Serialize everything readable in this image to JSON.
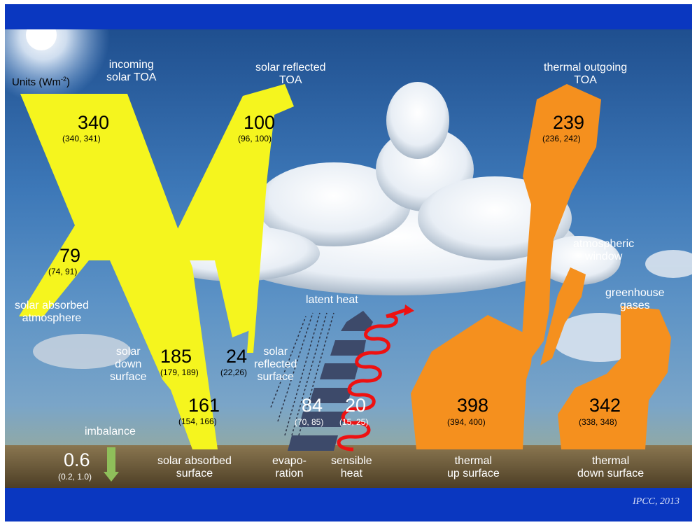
{
  "units": "Units (Wm",
  "units_sup": "-2",
  "units_close": ")",
  "credit": "IPCC, 2013",
  "flows": {
    "incoming_solar": {
      "label": "incoming\nsolar TOA",
      "value": "340",
      "range": "(340, 341)"
    },
    "solar_reflected_toa": {
      "label": "solar reflected\nTOA",
      "value": "100",
      "range": "(96, 100)"
    },
    "solar_absorbed_atmosphere": {
      "label": "solar absorbed\natmosphere",
      "value": "79",
      "range": "(74, 91)"
    },
    "solar_down_surface": {
      "label": "solar\ndown\nsurface",
      "value": "185",
      "range": "(179, 189)"
    },
    "solar_reflected_surface": {
      "label": "solar\nreflected\nsurface",
      "value": "24",
      "range": "(22,26)"
    },
    "solar_absorbed_surface": {
      "label": "solar absorbed\nsurface",
      "value": "161",
      "range": "(154, 166)"
    },
    "imbalance": {
      "label": "imbalance",
      "value": "0.6",
      "range": "(0.2, 1.0)"
    },
    "evaporation": {
      "label": "evapo-\nration",
      "value": "84",
      "range": "(70, 85)"
    },
    "latent_heat": {
      "label": "latent heat"
    },
    "sensible_heat": {
      "label": "sensible\nheat",
      "value": "20",
      "range": "(15, 25)"
    },
    "thermal_outgoing_toa": {
      "label": "thermal outgoing\nTOA",
      "value": "239",
      "range": "(236, 242)"
    },
    "atmospheric_window": {
      "label": "atmospheric\nwindow"
    },
    "greenhouse_gases": {
      "label": "greenhouse\ngases"
    },
    "thermal_up_surface": {
      "label": "thermal\nup surface",
      "value": "398",
      "range": "(394, 400)"
    },
    "thermal_down_surface": {
      "label": "thermal\ndown surface",
      "value": "342",
      "range": "(338, 348)"
    }
  },
  "colors": {
    "solar": "#f5f51e",
    "thermal": "#f5901e",
    "imbalance": "#8fbf5a",
    "latent": "#3d4a6a",
    "sensible": "#ee1111",
    "band": "#0a37c0"
  }
}
